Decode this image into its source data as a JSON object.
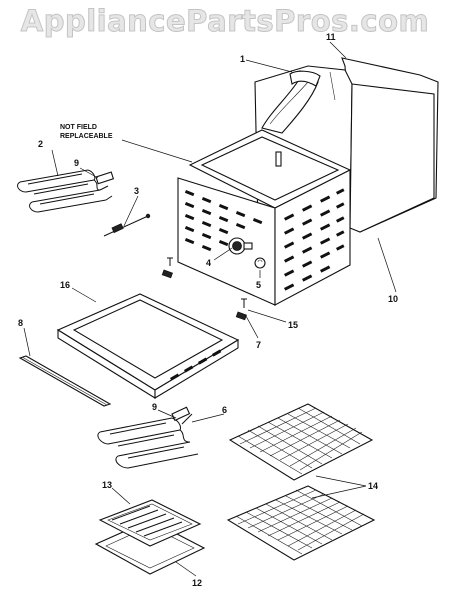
{
  "watermark": "AppliancePartsPros.com",
  "note": {
    "line1": "NOT FIELD",
    "line2": "REPLACEABLE"
  },
  "callouts": {
    "c1": "1",
    "c2": "2",
    "c3": "3",
    "c4": "4",
    "c5": "5",
    "c6": "6",
    "c7": "7",
    "c8": "8",
    "c9a": "9",
    "c9b": "9",
    "c10": "10",
    "c11": "11",
    "c12": "12",
    "c13": "13",
    "c14": "14",
    "c15": "15",
    "c16": "16"
  }
}
